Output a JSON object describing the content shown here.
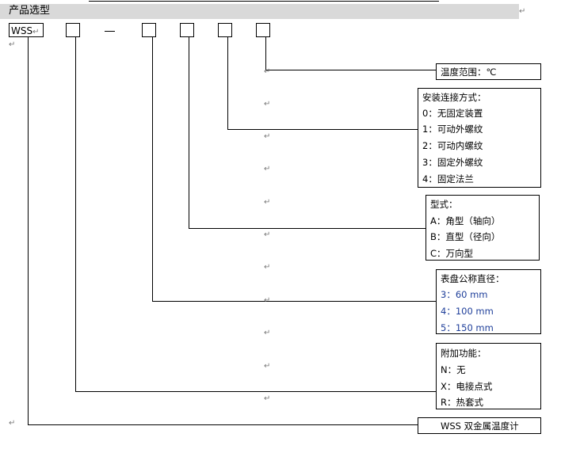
{
  "heading": "产品选型",
  "code_prefix": "WSS",
  "separator": "—",
  "paragraph_mark": "↵",
  "boxes": {
    "temperature": {
      "lines": [
        "温度范围：℃"
      ]
    },
    "mounting": {
      "lines": [
        "安装连接方式：",
        "0：无固定装置",
        "1：可动外螺纹",
        "2：可动内螺纹",
        "3：固定外螺纹",
        "4：固定法兰"
      ]
    },
    "type": {
      "lines": [
        "型式：",
        "A：角型（轴向）",
        "B：直型（径向）",
        "C：万向型"
      ]
    },
    "dial": {
      "lines": [
        "表盘公称直径：",
        "3：60 mm",
        "4：100 mm",
        "5：150 mm"
      ]
    },
    "extra": {
      "lines": [
        "附加功能：",
        "N：无",
        "X：电接点式",
        "R：热套式"
      ]
    },
    "product": {
      "lines": [
        "WSS 双金属温度计"
      ]
    }
  },
  "colors": {
    "heading_bg": "#d9d9d9",
    "dial_digits": "#1f3f9a"
  }
}
